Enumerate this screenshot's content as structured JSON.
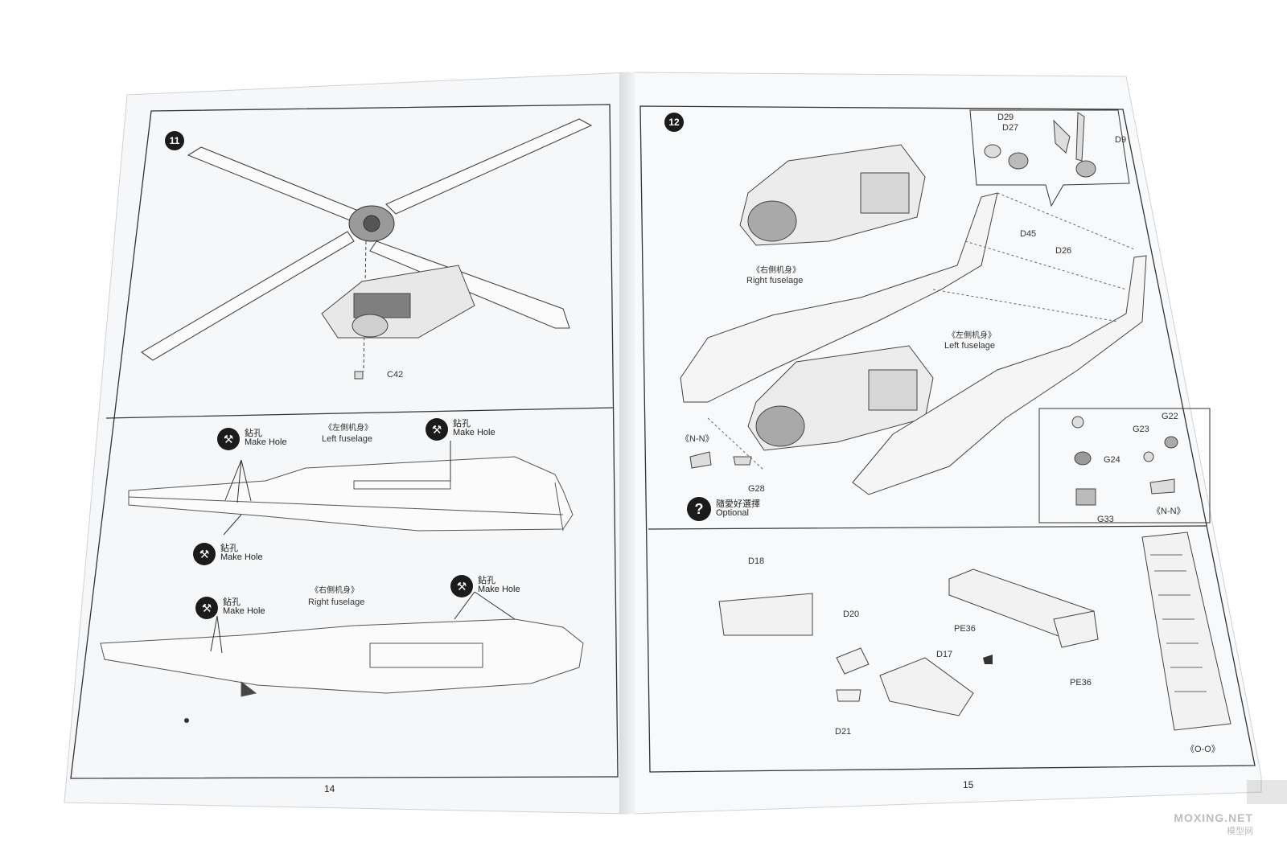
{
  "left_page": {
    "step_number": "11",
    "rotor": {
      "part": "C42"
    },
    "left_fuselage_view": {
      "label_cn": "《左側机身》",
      "label_en": "Left fuselage",
      "make_hole_top_left": {
        "cn": "鉆孔",
        "en": "Make Hole"
      },
      "make_hole_top_right": {
        "cn": "鉆孔",
        "en": "Make Hole"
      },
      "make_hole_bottom": {
        "cn": "鉆孔",
        "en": "Make Hole"
      }
    },
    "right_fuselage_view": {
      "label_cn": "《右側机身》",
      "label_en": "Right fuselage",
      "make_hole_left": {
        "cn": "鉆孔",
        "en": "Make Hole"
      },
      "make_hole_right": {
        "cn": "鉆孔",
        "en": "Make Hole"
      }
    },
    "page_number": "14"
  },
  "right_page": {
    "step_number": "12",
    "landing_gear_inset": {
      "parts": [
        "D29",
        "D27",
        "D9"
      ]
    },
    "parts": {
      "d45": "D45",
      "d26": "D26",
      "g28": "G28"
    },
    "right_fuselage": {
      "cn": "《右側机身》",
      "en": "Right fuselage"
    },
    "left_fuselage": {
      "cn": "《左側机身》",
      "en": "Left fuselage"
    },
    "nn_left": "《N-N》",
    "optional": {
      "cn": "隨愛好選擇",
      "en": "Optional"
    },
    "nn_inset": {
      "parts": {
        "g22": "G22",
        "g23": "G23",
        "g24": "G24",
        "g33": "G33"
      },
      "label": "《N-N》"
    },
    "bottom_parts": {
      "d18": "D18",
      "d20": "D20",
      "d21": "D21",
      "d17": "D17",
      "pe36_a": "PE36",
      "pe36_b": "PE36"
    },
    "oo_label": "《O-O》",
    "page_number": "15"
  },
  "watermark": {
    "site": "MOXING.NET",
    "cn": "模型网"
  },
  "colors": {
    "paper": "#f7f8f9",
    "line": "#3a3a3a",
    "background": "#ffffff"
  }
}
